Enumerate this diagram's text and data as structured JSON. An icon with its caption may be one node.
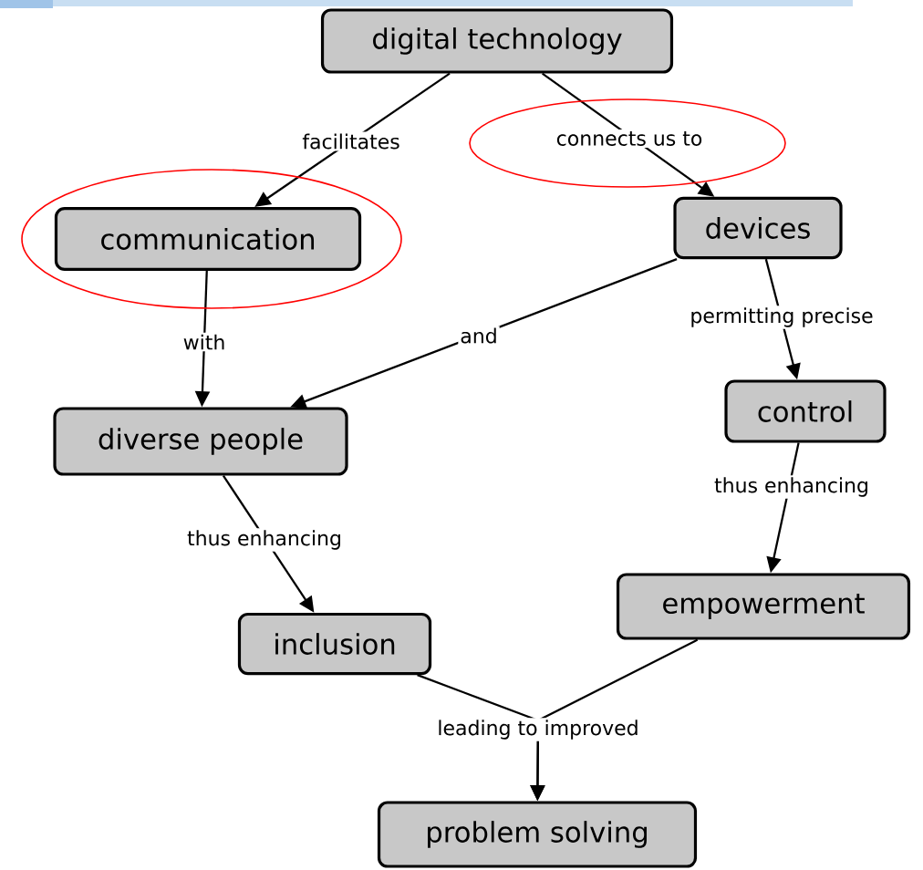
{
  "diagram": {
    "nodes": [
      {
        "text": [
          "digital technology"
        ]
      },
      {
        "text": [
          "communication"
        ]
      },
      {
        "text": [
          "devices"
        ]
      },
      {
        "text": [
          "diverse people"
        ]
      },
      {
        "text": [
          "control"
        ]
      },
      {
        "text": [
          "inclusion"
        ]
      },
      {
        "text": [
          "empowerment"
        ]
      },
      {
        "text": [
          "problem solving"
        ]
      }
    ],
    "edges": [
      {
        "from": 0,
        "to": 1,
        "arrow": "to",
        "label": "facilitates"
      },
      {
        "from": 0,
        "to": 2,
        "arrow": "to",
        "label": "connects us to"
      },
      {
        "from": 1,
        "to": 3,
        "arrow": "to",
        "label": "with"
      },
      {
        "from": 2,
        "to": 3,
        "arrow": "to",
        "label": "and"
      },
      {
        "from": 2,
        "to": 4,
        "arrow": "to",
        "label": "permitting precise"
      },
      {
        "from": 3,
        "to": 5,
        "arrow": "to",
        "label": "thus enhancing"
      },
      {
        "from": 4,
        "to": 6,
        "arrow": "to",
        "label": "thus enhancing"
      },
      {
        "from": 5,
        "to": 7,
        "arrow": "to",
        "label": "leading to improved"
      },
      {
        "from": 6,
        "to": 7,
        "arrow": "to"
      }
    ]
  }
}
